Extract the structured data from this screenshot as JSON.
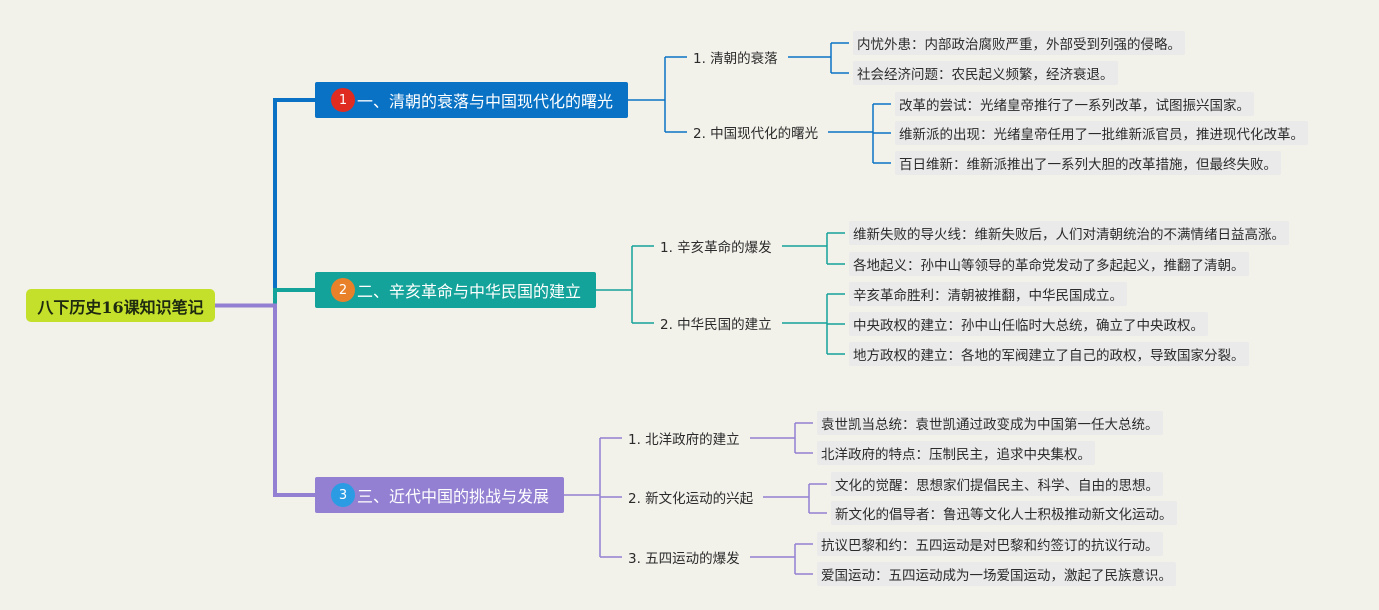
{
  "root": {
    "label": "八下历史16课知识笔记",
    "color": "#c5e02a"
  },
  "topics": [
    {
      "badge": "1",
      "label": "一、清朝的衰落与中国现代化的曙光",
      "color": "#0a72c4",
      "badge_color": "#e02b20",
      "subs": [
        {
          "label": "1. 清朝的衰落",
          "leaves": [
            "内忧外患：内部政治腐败严重，外部受到列强的侵略。",
            "社会经济问题：农民起义频繁，经济衰退。"
          ]
        },
        {
          "label": "2. 中国现代化的曙光",
          "leaves": [
            "改革的尝试：光绪皇帝推行了一系列改革，试图振兴国家。",
            "维新派的出现：光绪皇帝任用了一批维新派官员，推进现代化改革。",
            "百日维新：维新派推出了一系列大胆的改革措施，但最终失败。"
          ]
        }
      ]
    },
    {
      "badge": "2",
      "label": "二、辛亥革命与中华民国的建立",
      "color": "#14a39a",
      "badge_color": "#e8812a",
      "subs": [
        {
          "label": "1. 辛亥革命的爆发",
          "leaves": [
            "维新失败的导火线：维新失败后，人们对清朝统治的不满情绪日益高涨。",
            "各地起义：孙中山等领导的革命党发动了多起起义，推翻了清朝。"
          ]
        },
        {
          "label": "2. 中华民国的建立",
          "leaves": [
            "辛亥革命胜利：清朝被推翻，中华民国成立。",
            "中央政权的建立：孙中山任临时大总统，确立了中央政权。",
            "地方政权的建立：各地的军阀建立了自己的政权，导致国家分裂。"
          ]
        }
      ]
    },
    {
      "badge": "3",
      "label": "三、近代中国的挑战与发展",
      "color": "#9380d2",
      "badge_color": "#2b9be4",
      "subs": [
        {
          "label": "1. 北洋政府的建立",
          "leaves": [
            "袁世凯当总统：袁世凯通过政变成为中国第一任大总统。",
            "北洋政府的特点：压制民主，追求中央集权。"
          ]
        },
        {
          "label": "2. 新文化运动的兴起",
          "leaves": [
            "文化的觉醒：思想家们提倡民主、科学、自由的思想。",
            "新文化的倡导者：鲁迅等文化人士积极推动新文化运动。"
          ]
        },
        {
          "label": "3. 五四运动的爆发",
          "leaves": [
            "抗议巴黎和约：五四运动是对巴黎和约签订的抗议行动。",
            "爱国运动：五四运动成为一场爱国运动，激起了民族意识。"
          ]
        }
      ]
    }
  ]
}
